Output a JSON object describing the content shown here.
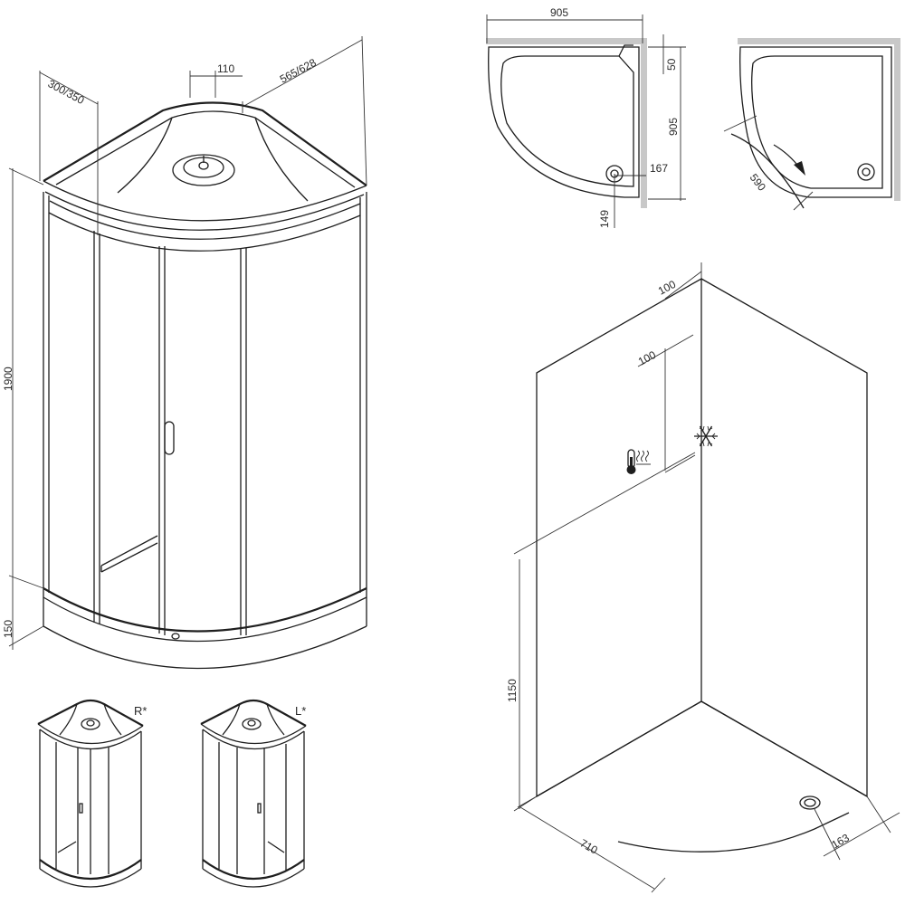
{
  "front_view": {
    "dim_wall_offset": "300/350",
    "dim_top_width": "110",
    "dim_side_depth": "565/628",
    "dim_height": "1900",
    "dim_tray_height": "150"
  },
  "top_view": {
    "dim_width": "905",
    "dim_offset": "50",
    "dim_depth": "905",
    "dim_drain_x": "167",
    "dim_drain_y": "149"
  },
  "door_view": {
    "dim_door_opening": "590"
  },
  "wall_view": {
    "dim_top_offset_1": "100",
    "dim_top_offset_2": "100",
    "dim_mixer_height": "1150",
    "dim_floor_width": "710",
    "dim_drain_offset": "163",
    "icons": [
      "thermometer-icon",
      "snowflake-icon"
    ]
  },
  "variants": {
    "right_label": "R*",
    "left_label": "L*"
  }
}
